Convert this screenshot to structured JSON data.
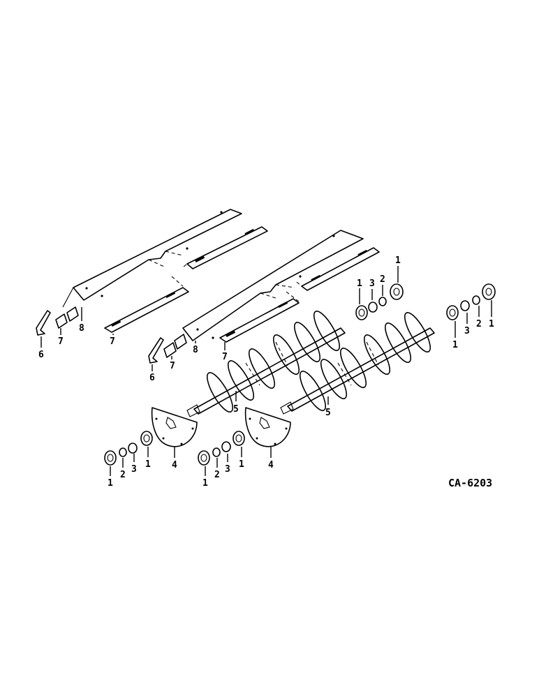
{
  "figure_code": "CA-6203",
  "callouts": {
    "bearing_outer": "1",
    "bearing_inner": "2",
    "bearing_mid": "3",
    "end_plate": "4",
    "auger": "5",
    "bracket": "6",
    "strip": "7",
    "trough": "8"
  }
}
